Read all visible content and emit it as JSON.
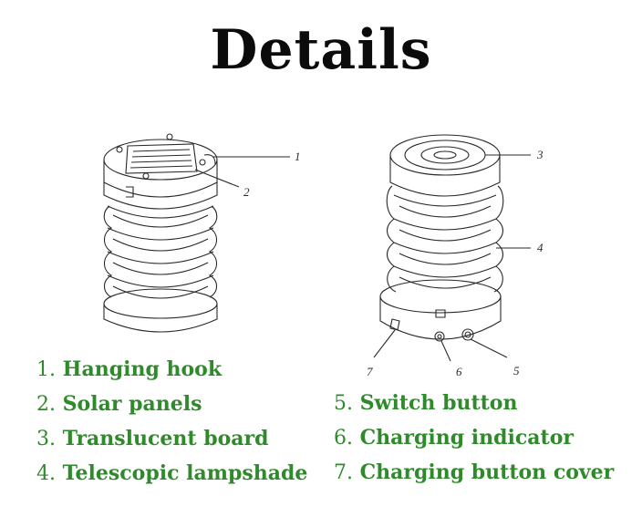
{
  "title": "Details",
  "callouts": [
    "1",
    "2",
    "3",
    "4",
    "5",
    "6",
    "7"
  ],
  "legend_left": [
    {
      "num": "1.",
      "label": "Hanging hook"
    },
    {
      "num": "2.",
      "label": "Solar panels"
    },
    {
      "num": "3.",
      "label": "Translucent board"
    },
    {
      "num": "4.",
      "label": "Telescopic lampshade"
    }
  ],
  "legend_right": [
    {
      "num": "5.",
      "label": "Switch button"
    },
    {
      "num": "6.",
      "label": "Charging indicator"
    },
    {
      "num": "7.",
      "label": "Charging button cover"
    }
  ],
  "colors": {
    "legend_text": "#2e8a2a",
    "title_text": "#0b0b0b",
    "line_art": "#2a2a2a"
  }
}
